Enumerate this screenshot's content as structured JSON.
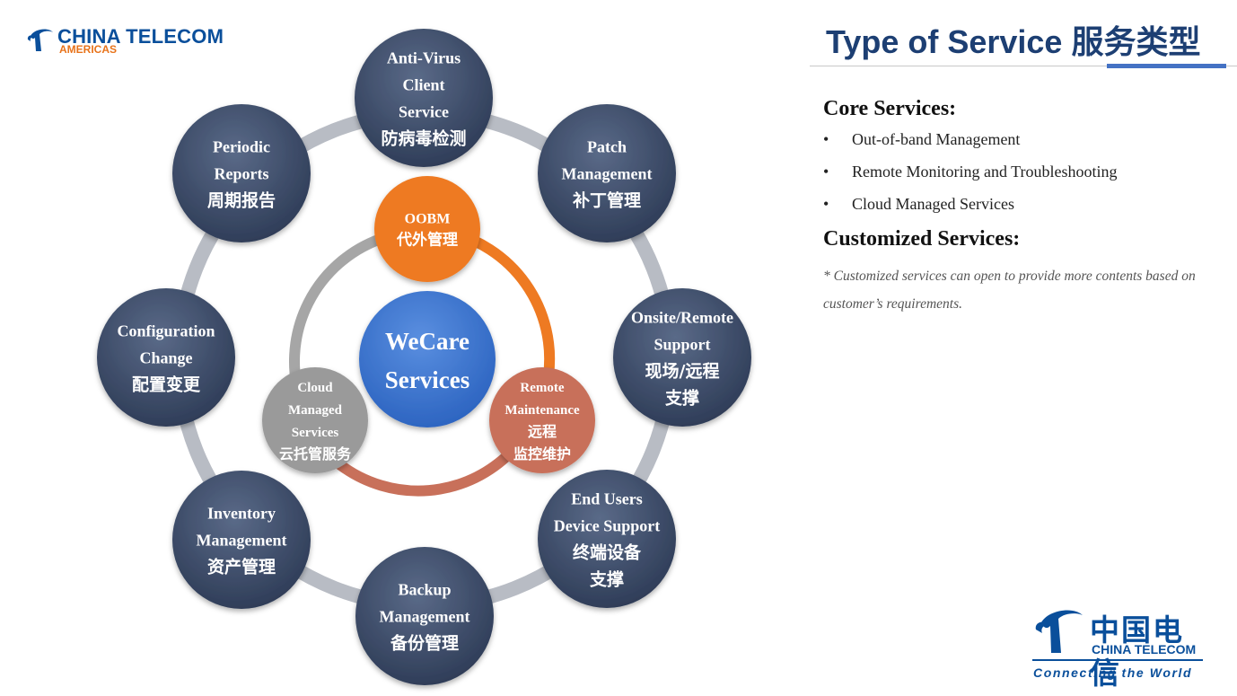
{
  "header": {
    "logo_name": "CHINA TELECOM",
    "logo_sub": "AMERICAS",
    "title": "Type of Service 服务类型"
  },
  "diagram": {
    "center": {
      "line1": "WeCare",
      "line2": "Services"
    },
    "inner": [
      {
        "id": "oobm",
        "lines": [
          "OOBM",
          "代外管理"
        ],
        "color": "#ee7a22"
      },
      {
        "id": "remote-maintenance",
        "lines": [
          "Remote",
          "Maintenance",
          "远程",
          "监控维护"
        ],
        "color": "#c8705a"
      },
      {
        "id": "cloud-managed",
        "lines": [
          "Cloud",
          "Managed",
          "Services",
          "云托管服务"
        ],
        "color": "#9a9a9a"
      }
    ],
    "outer": [
      {
        "id": "anti-virus",
        "lines": [
          "Anti-Virus",
          "Client",
          "Service",
          "防病毒检测"
        ]
      },
      {
        "id": "patch-management",
        "lines": [
          "Patch",
          "Management",
          "补丁管理"
        ]
      },
      {
        "id": "onsite-remote-support",
        "lines": [
          "Onsite/Remote",
          "Support",
          "现场/远程",
          "支撑"
        ]
      },
      {
        "id": "end-users-device-support",
        "lines": [
          "End Users",
          "Device Support",
          "终端设备",
          "支撑"
        ]
      },
      {
        "id": "backup-management",
        "lines": [
          "Backup",
          "Management",
          "备份管理"
        ]
      },
      {
        "id": "inventory-management",
        "lines": [
          "Inventory",
          "Management",
          "资产管理"
        ]
      },
      {
        "id": "configuration-change",
        "lines": [
          "Configuration",
          "Change",
          "配置变更"
        ]
      },
      {
        "id": "periodic-reports",
        "lines": [
          "Periodic",
          "Reports",
          "周期报告"
        ]
      }
    ]
  },
  "core": {
    "heading": "Core Services:",
    "items": [
      "Out-of-band Management",
      "Remote Monitoring and Troubleshooting",
      "Cloud Managed Services"
    ],
    "bullet": "•"
  },
  "custom": {
    "heading": "Customized Services:",
    "note": "*  Customized services can open to provide more contents based on customer’s requirements."
  },
  "footer": {
    "logo_cn": "中国电信",
    "logo_en": "CHINA TELECOM",
    "tagline": "Connecting the World"
  }
}
